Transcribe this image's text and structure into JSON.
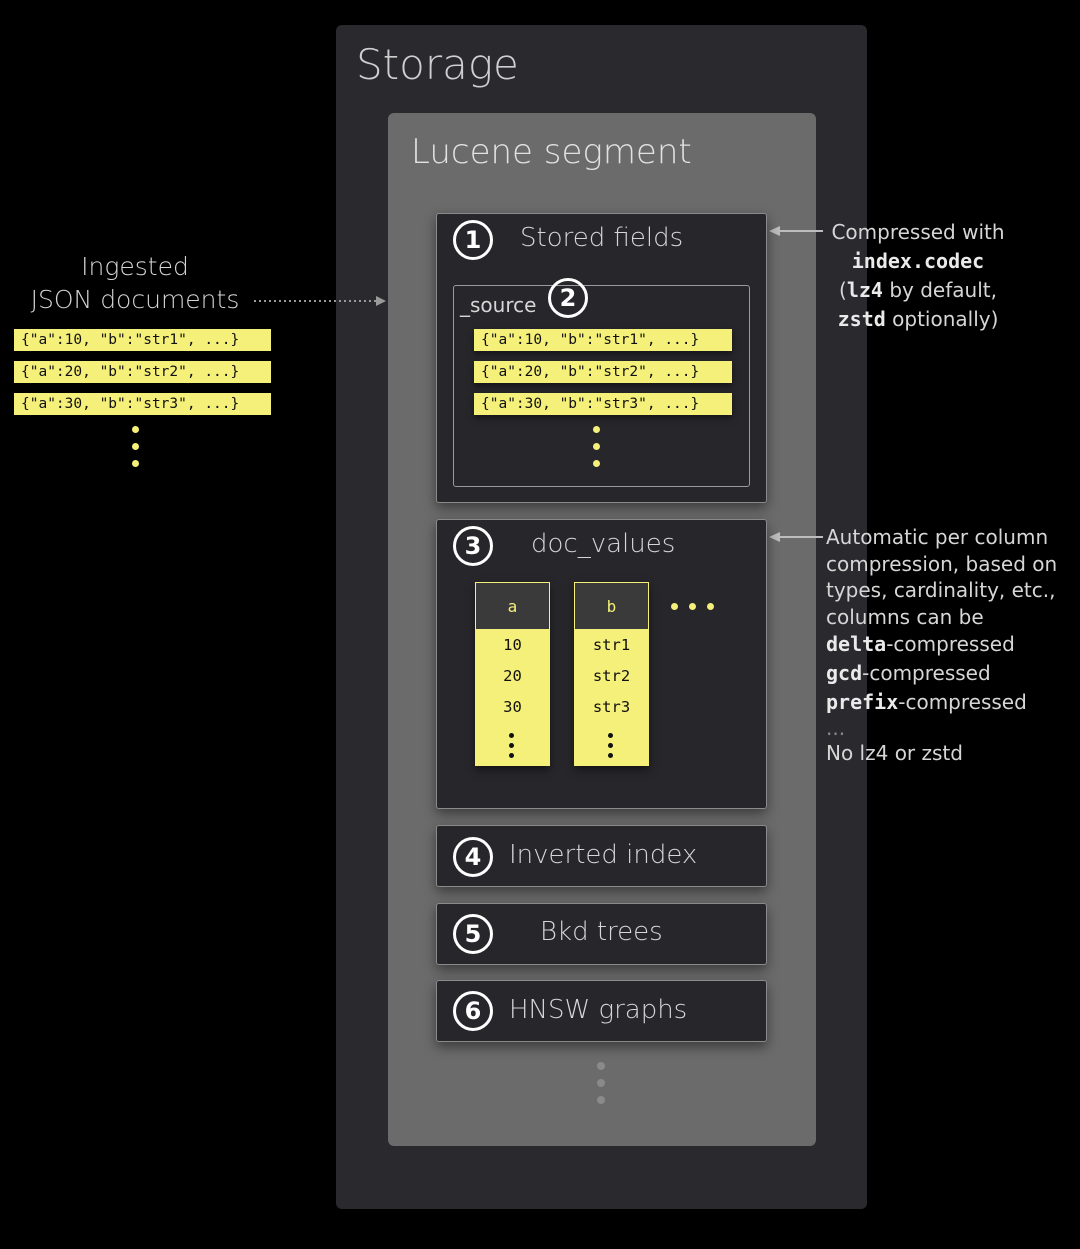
{
  "storage": {
    "title": "Storage"
  },
  "segment": {
    "title": "Lucene segment"
  },
  "ingest": {
    "title_line1": "Ingested",
    "title_line2": "JSON documents",
    "docs": [
      "{\"a\":10, \"b\":\"str1\", ...}",
      "{\"a\":20, \"b\":\"str2\", ...}",
      "{\"a\":30, \"b\":\"str3\", ...}"
    ]
  },
  "stored_fields": {
    "number": "1",
    "title": "Stored fields",
    "source": {
      "label": "_source",
      "number": "2",
      "docs": [
        "{\"a\":10, \"b\":\"str1\", ...}",
        "{\"a\":20, \"b\":\"str2\", ...}",
        "{\"a\":30, \"b\":\"str3\", ...}"
      ]
    }
  },
  "doc_values": {
    "number": "3",
    "title": "doc_values",
    "columns": [
      {
        "header": "a",
        "values": [
          "10",
          "20",
          "30"
        ]
      },
      {
        "header": "b",
        "values": [
          "str1",
          "str2",
          "str3"
        ]
      }
    ]
  },
  "inverted_index": {
    "number": "4",
    "title": "Inverted index"
  },
  "bkd_trees": {
    "number": "5",
    "title": "Bkd trees"
  },
  "hnsw_graphs": {
    "number": "6",
    "title": "HNSW graphs"
  },
  "notes": {
    "stored": {
      "line1": "Compressed with",
      "codec": "index.codec",
      "open_paren": "(",
      "lz4": "lz4",
      "by_default": " by default,",
      "zstd": "zstd",
      "optionally": " optionally)"
    },
    "docvalues": {
      "line1": "Automatic per column",
      "line2": "compression, based on",
      "line3": "types, cardinality, etc.,",
      "line4": "columns can be",
      "delta": "delta",
      "gcd": "gcd",
      "prefix": "prefix",
      "compressed": "-compressed",
      "ellipsis": "...",
      "last": "No lz4 or zstd"
    }
  },
  "colors": {
    "highlight": "#f5f07a",
    "background": "#000000",
    "storage": "#2a2a2e",
    "segment": "#6b6b6b",
    "panel": "#27272b"
  }
}
